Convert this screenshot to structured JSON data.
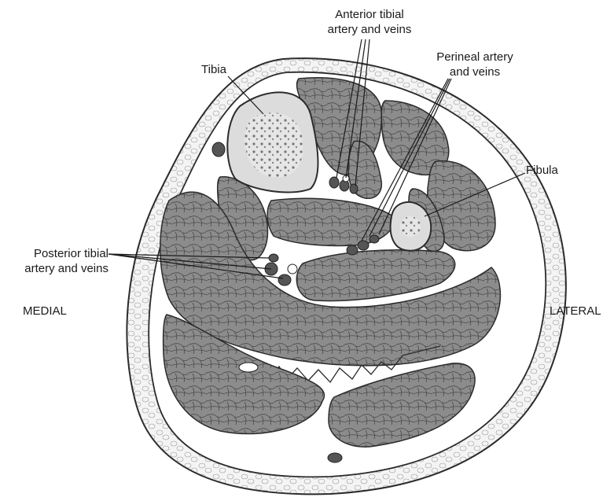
{
  "labels": {
    "anterior_tibial": [
      "Anterior tibial",
      "artery and veins"
    ],
    "tibia": "Tibia",
    "perineal": [
      "Perineal artery",
      "and veins"
    ],
    "fibula": "Fibula",
    "posterior_tibial": [
      "Posterior tibial",
      "artery and veins"
    ],
    "medial": "MEDIAL",
    "lateral": "LATERAL"
  },
  "colors": {
    "muscle": "#8c8c8c",
    "bone": "#dcdcdc",
    "marrow": "#7a7a7a",
    "fat": "#f2f2f2",
    "outline": "#2b2b2b"
  }
}
